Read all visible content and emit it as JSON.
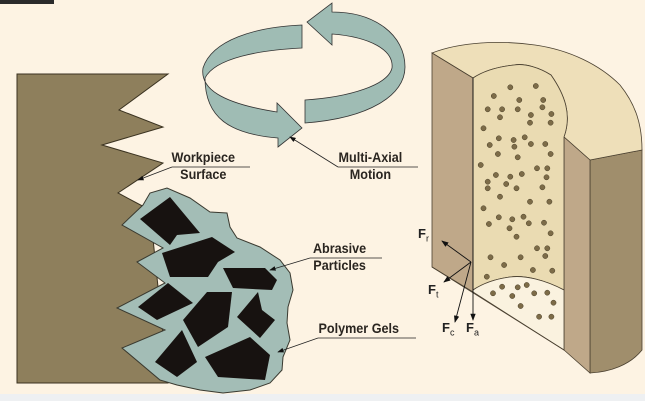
{
  "labels": {
    "workpiece_line1": "Workpiece",
    "workpiece_line2": "Surface",
    "motion_line1": "Multi-Axial",
    "motion_line2": "Motion",
    "abrasive_line1": "Abrasive",
    "abrasive_line2": "Particles",
    "polymer": "Polymer Gels"
  },
  "forces": {
    "radial": {
      "symbol": "F",
      "sub": "r"
    },
    "tangential": {
      "symbol": "F",
      "sub": "t"
    },
    "cutting": {
      "symbol": "F",
      "sub": "c"
    },
    "axial": {
      "symbol": "F",
      "sub": "a"
    }
  },
  "colors": {
    "background": "#fdf3e3",
    "workpiece": "#8e7f5c",
    "gel": "#a3bdb6",
    "particle": "#171210",
    "cylinder_top": "#eedfb9",
    "cylinder_side": "#bfa889",
    "cylinder_outer": "#a08e6c",
    "core": "#eadbb2",
    "dot": "#7d6c48"
  }
}
